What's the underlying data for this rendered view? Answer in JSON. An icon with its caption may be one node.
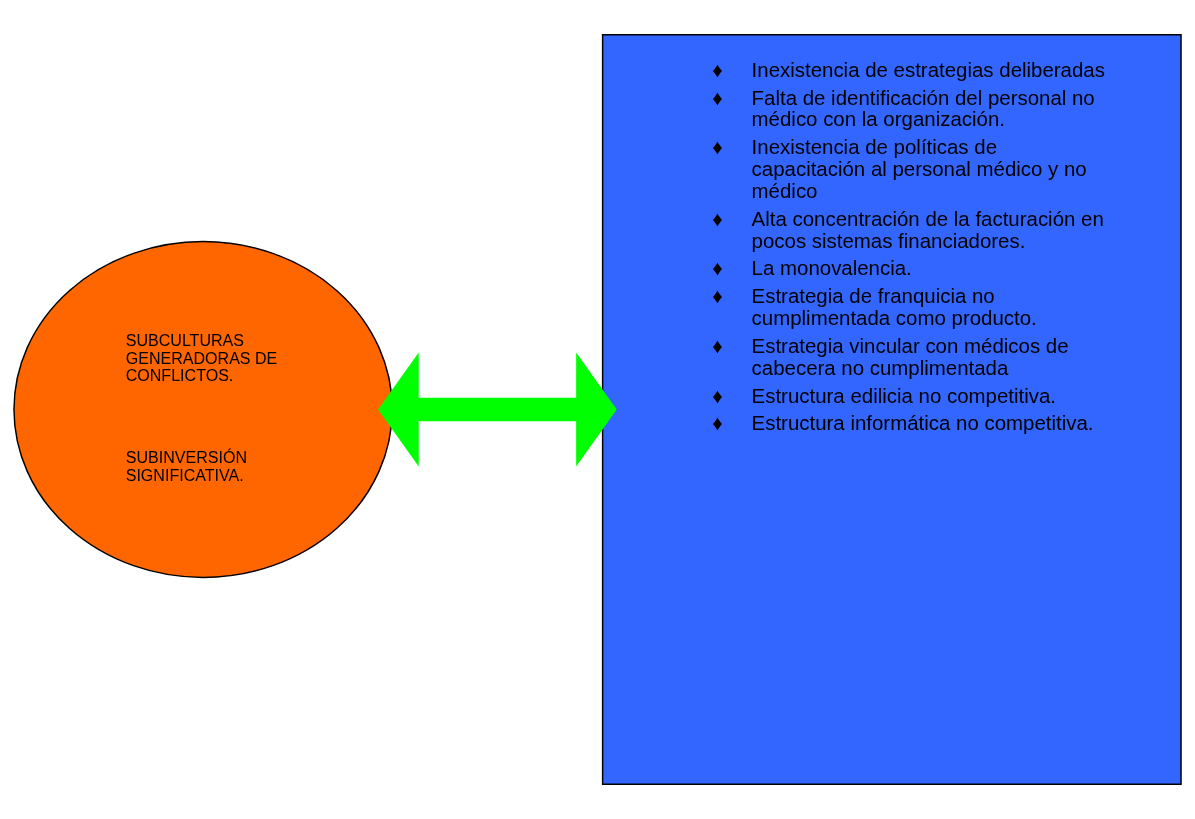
{
  "diagram": {
    "nodes": [
      {
        "text": [
          "SUBCULTURAS GENERADORAS DE CONFLICTOS.",
          "SUBINVERSIÓN SIGNIFICATIVA."
        ]
      },
      {
        "text": [
          "♦ Inexistencia de estrategias deliberadas",
          "♦ Falta de identificación del personal no médico con la organización.",
          "♦ Inexistencia de políticas de capacitación al personal médico y no médico",
          "♦ Alta concentración de la facturación en pocos sistemas financiadores.",
          "♦ La monovalencia.",
          "♦ Estrategia de franquicia no cumplimentada como producto.",
          "♦ Estrategia vincular con médicos de cabecera no cumplimentada",
          "♦ Estructura edilicia no competitiva.",
          "♦ Estructura informática no competitiva."
        ]
      }
    ],
    "edges": [
      {
        "from": 0,
        "to": 1,
        "arrow": "both",
        "color": "#00ff00"
      }
    ]
  }
}
